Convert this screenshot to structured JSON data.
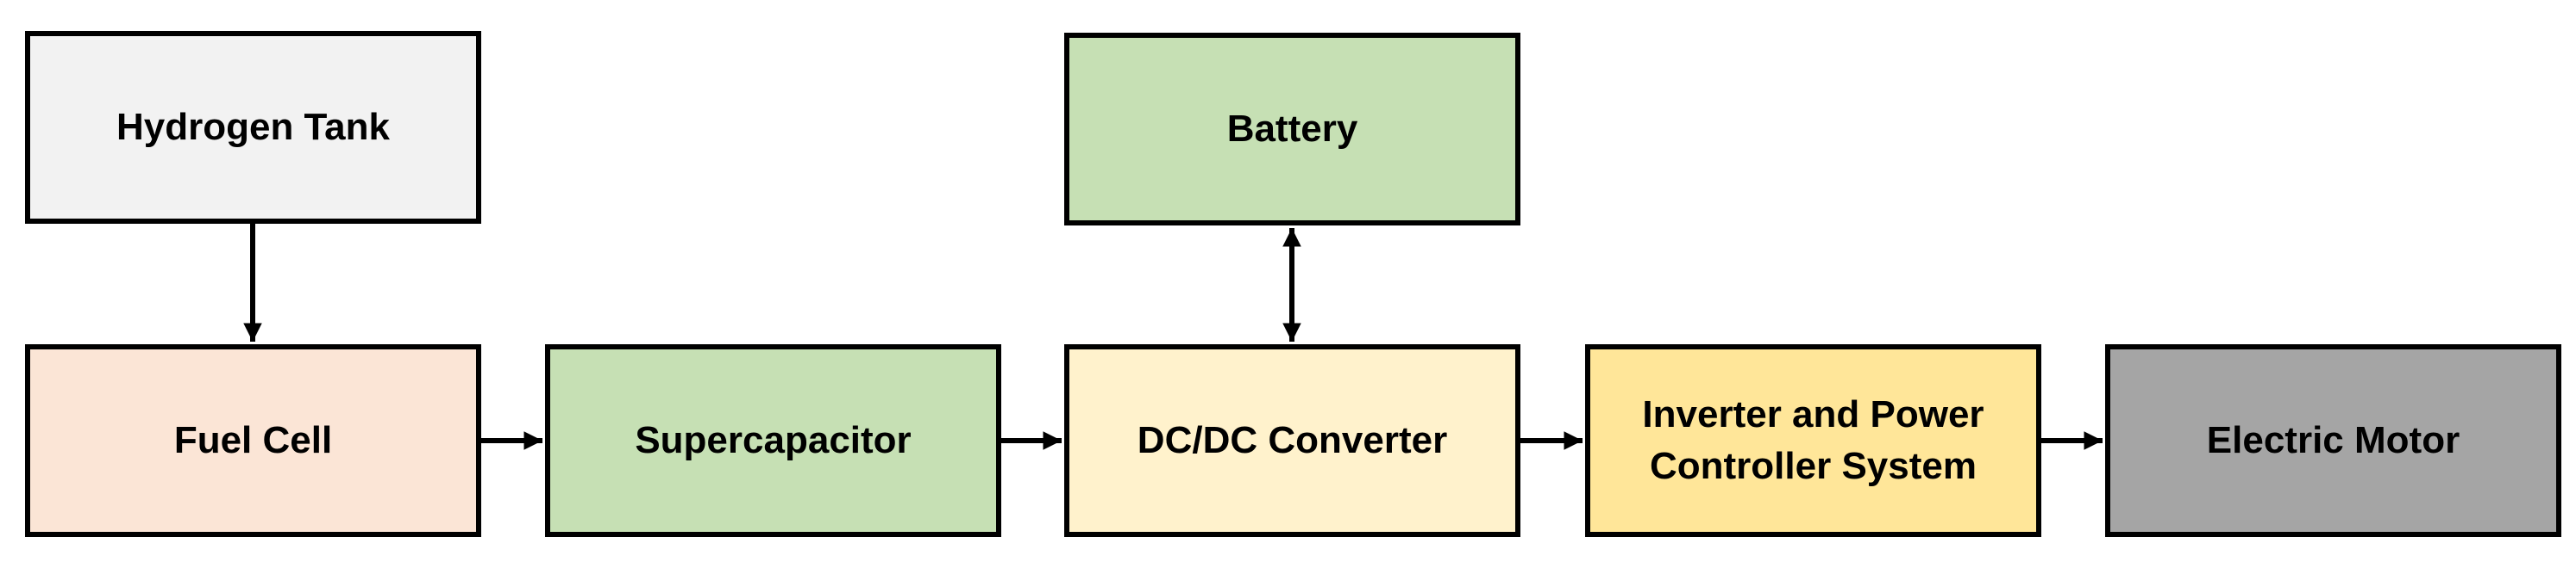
{
  "colors": {
    "border": "#000000",
    "text": "#000000",
    "arrow": "#000000"
  },
  "blocks": {
    "hydrogen_tank": {
      "label": "Hydrogen Tank",
      "fill": "#f2f2f2"
    },
    "battery": {
      "label": "Battery",
      "fill": "#c6e0b4"
    },
    "fuel_cell": {
      "label": "Fuel Cell",
      "fill": "#fbe5d6"
    },
    "supercapacitor": {
      "label": "Supercapacitor",
      "fill": "#c6e0b4"
    },
    "dcdc_converter": {
      "label": "DC/DC Converter",
      "fill": "#fff2cc"
    },
    "inverter": {
      "label_line1": "Inverter and Power",
      "label_line2": "Controller System",
      "fill": "#ffe699"
    },
    "electric_motor": {
      "label": "Electric Motor",
      "fill": "#a5a5a5"
    }
  },
  "connections": [
    {
      "from": "hydrogen_tank",
      "to": "fuel_cell",
      "direction": "one-way"
    },
    {
      "from": "fuel_cell",
      "to": "supercapacitor",
      "direction": "one-way"
    },
    {
      "from": "supercapacitor",
      "to": "dcdc_converter",
      "direction": "one-way"
    },
    {
      "from": "battery",
      "to": "dcdc_converter",
      "direction": "two-way"
    },
    {
      "from": "dcdc_converter",
      "to": "inverter",
      "direction": "one-way"
    },
    {
      "from": "inverter",
      "to": "electric_motor",
      "direction": "one-way"
    }
  ]
}
